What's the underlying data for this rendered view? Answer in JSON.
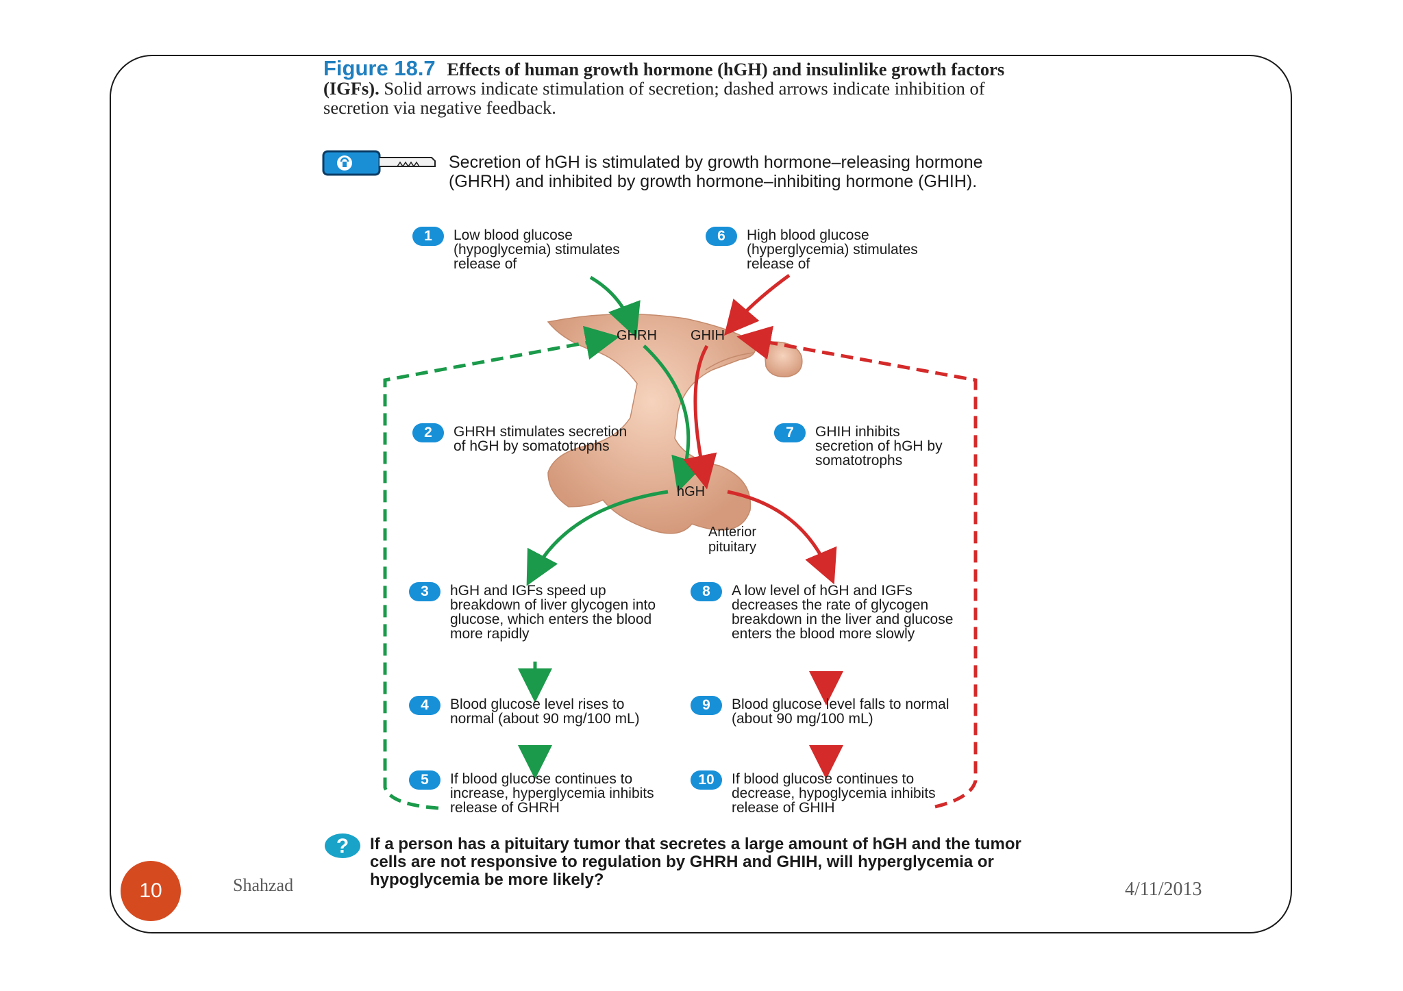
{
  "figure": {
    "number": "Figure 18.7",
    "title_bold": "Effects of human growth hormone (hGH) and insulinlike growth factors (IGFs).",
    "caption": "Solid arrows indicate stimulation of secretion; dashed arrows indicate inhibition of secretion via negative feedback."
  },
  "key_concept": "Secretion of hGH is stimulated by growth hormone–releasing hormone (GHRH) and inhibited by growth hormone–inhibiting hormone (GHIH).",
  "steps": [
    {
      "num": "1",
      "text": "Low blood glucose (hypoglycemia) stimulates release of"
    },
    {
      "num": "2",
      "text": "GHRH stimulates secretion of hGH by somatotrophs"
    },
    {
      "num": "3",
      "text": "hGH and IGFs speed up breakdown of liver glycogen into glucose, which enters the blood more rapidly"
    },
    {
      "num": "4",
      "text": "Blood glucose level rises to normal (about 90 mg/100 mL)"
    },
    {
      "num": "5",
      "text": "If blood glucose continues to increase, hyperglycemia inhibits release of GHRH"
    },
    {
      "num": "6",
      "text": "High blood glucose (hyperglycemia) stimulates release of"
    },
    {
      "num": "7",
      "text": "GHIH inhibits secretion of hGH by somatotrophs"
    },
    {
      "num": "8",
      "text": "A low level of hGH and IGFs decreases the rate of glycogen breakdown in the liver and glucose enters the blood more slowly"
    },
    {
      "num": "9",
      "text": "Blood glucose level falls to normal (about 90 mg/100 mL)"
    },
    {
      "num": "10",
      "text": "If blood glucose continues to decrease, hypoglycemia inhibits release of GHIH"
    }
  ],
  "labels": {
    "ghrh": "GHRH",
    "ghih": "GHIH",
    "hgh": "hGH",
    "anterior_pituitary": "Anterior pituitary"
  },
  "question": "If a person has a pituitary tumor that secretes a large amount of hGH and the tumor cells are not responsive to regulation by GHRH and GHIH, will hyperglycemia or hypoglycemia be more likely?",
  "question_icon": "?",
  "footer": {
    "page_number": "10",
    "author": "Shahzad",
    "date": "4/11/2013"
  },
  "colors": {
    "stimulate": "#1a9a4a",
    "inhibit": "#d42a2a",
    "badge": "#1890d8",
    "page_badge": "#d64a1f",
    "figure_number": "#1f7fbf"
  },
  "icons": [
    "key-icon",
    "question-icon"
  ]
}
